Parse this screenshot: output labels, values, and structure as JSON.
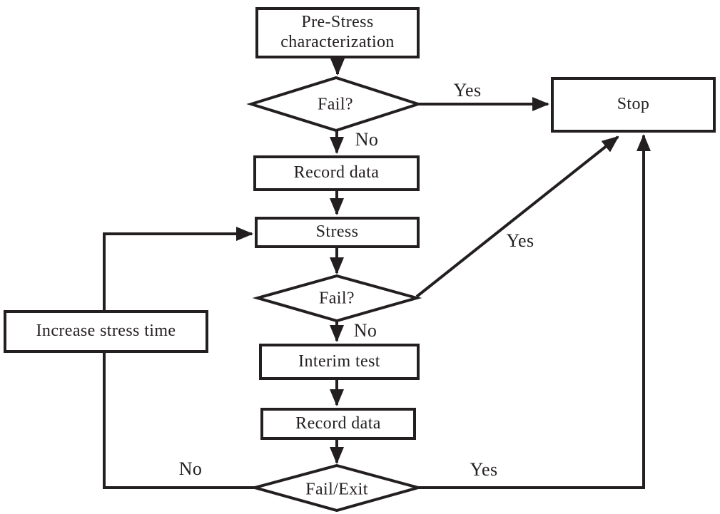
{
  "diagram": {
    "type": "flowchart",
    "colors": {
      "line": "#231f20",
      "text": "#231f20",
      "node_fill": "#ffffff",
      "background": "#ffffff"
    },
    "nodes": [
      {
        "id": "pre-stress",
        "shape": "rect",
        "label": "Pre-Stress characterization"
      },
      {
        "id": "fail-1",
        "shape": "diamond",
        "label": "Fail?"
      },
      {
        "id": "stop",
        "shape": "rect",
        "label": "Stop"
      },
      {
        "id": "record-data-1",
        "shape": "rect",
        "label": "Record data"
      },
      {
        "id": "stress",
        "shape": "rect",
        "label": "Stress"
      },
      {
        "id": "fail-2",
        "shape": "diamond",
        "label": "Fail?"
      },
      {
        "id": "interim-test",
        "shape": "rect",
        "label": "Interim test"
      },
      {
        "id": "record-data-2",
        "shape": "rect",
        "label": "Record data"
      },
      {
        "id": "fail-exit",
        "shape": "diamond",
        "label": "Fail/Exit"
      },
      {
        "id": "increase-stress-time",
        "shape": "rect",
        "label": "Increase stress time"
      }
    ],
    "edges": [
      {
        "from": "pre-stress",
        "to": "fail-1",
        "label": ""
      },
      {
        "from": "fail-1",
        "to": "stop",
        "label": "Yes"
      },
      {
        "from": "fail-1",
        "to": "record-data-1",
        "label": "No"
      },
      {
        "from": "record-data-1",
        "to": "stress",
        "label": ""
      },
      {
        "from": "stress",
        "to": "fail-2",
        "label": ""
      },
      {
        "from": "fail-2",
        "to": "stop",
        "label": "Yes"
      },
      {
        "from": "fail-2",
        "to": "interim-test",
        "label": "No"
      },
      {
        "from": "interim-test",
        "to": "record-data-2",
        "label": ""
      },
      {
        "from": "record-data-2",
        "to": "fail-exit",
        "label": ""
      },
      {
        "from": "fail-exit",
        "to": "stop",
        "label": "Yes"
      },
      {
        "from": "fail-exit",
        "to": "stress",
        "label": "No",
        "via": "increase-stress-time"
      }
    ]
  }
}
